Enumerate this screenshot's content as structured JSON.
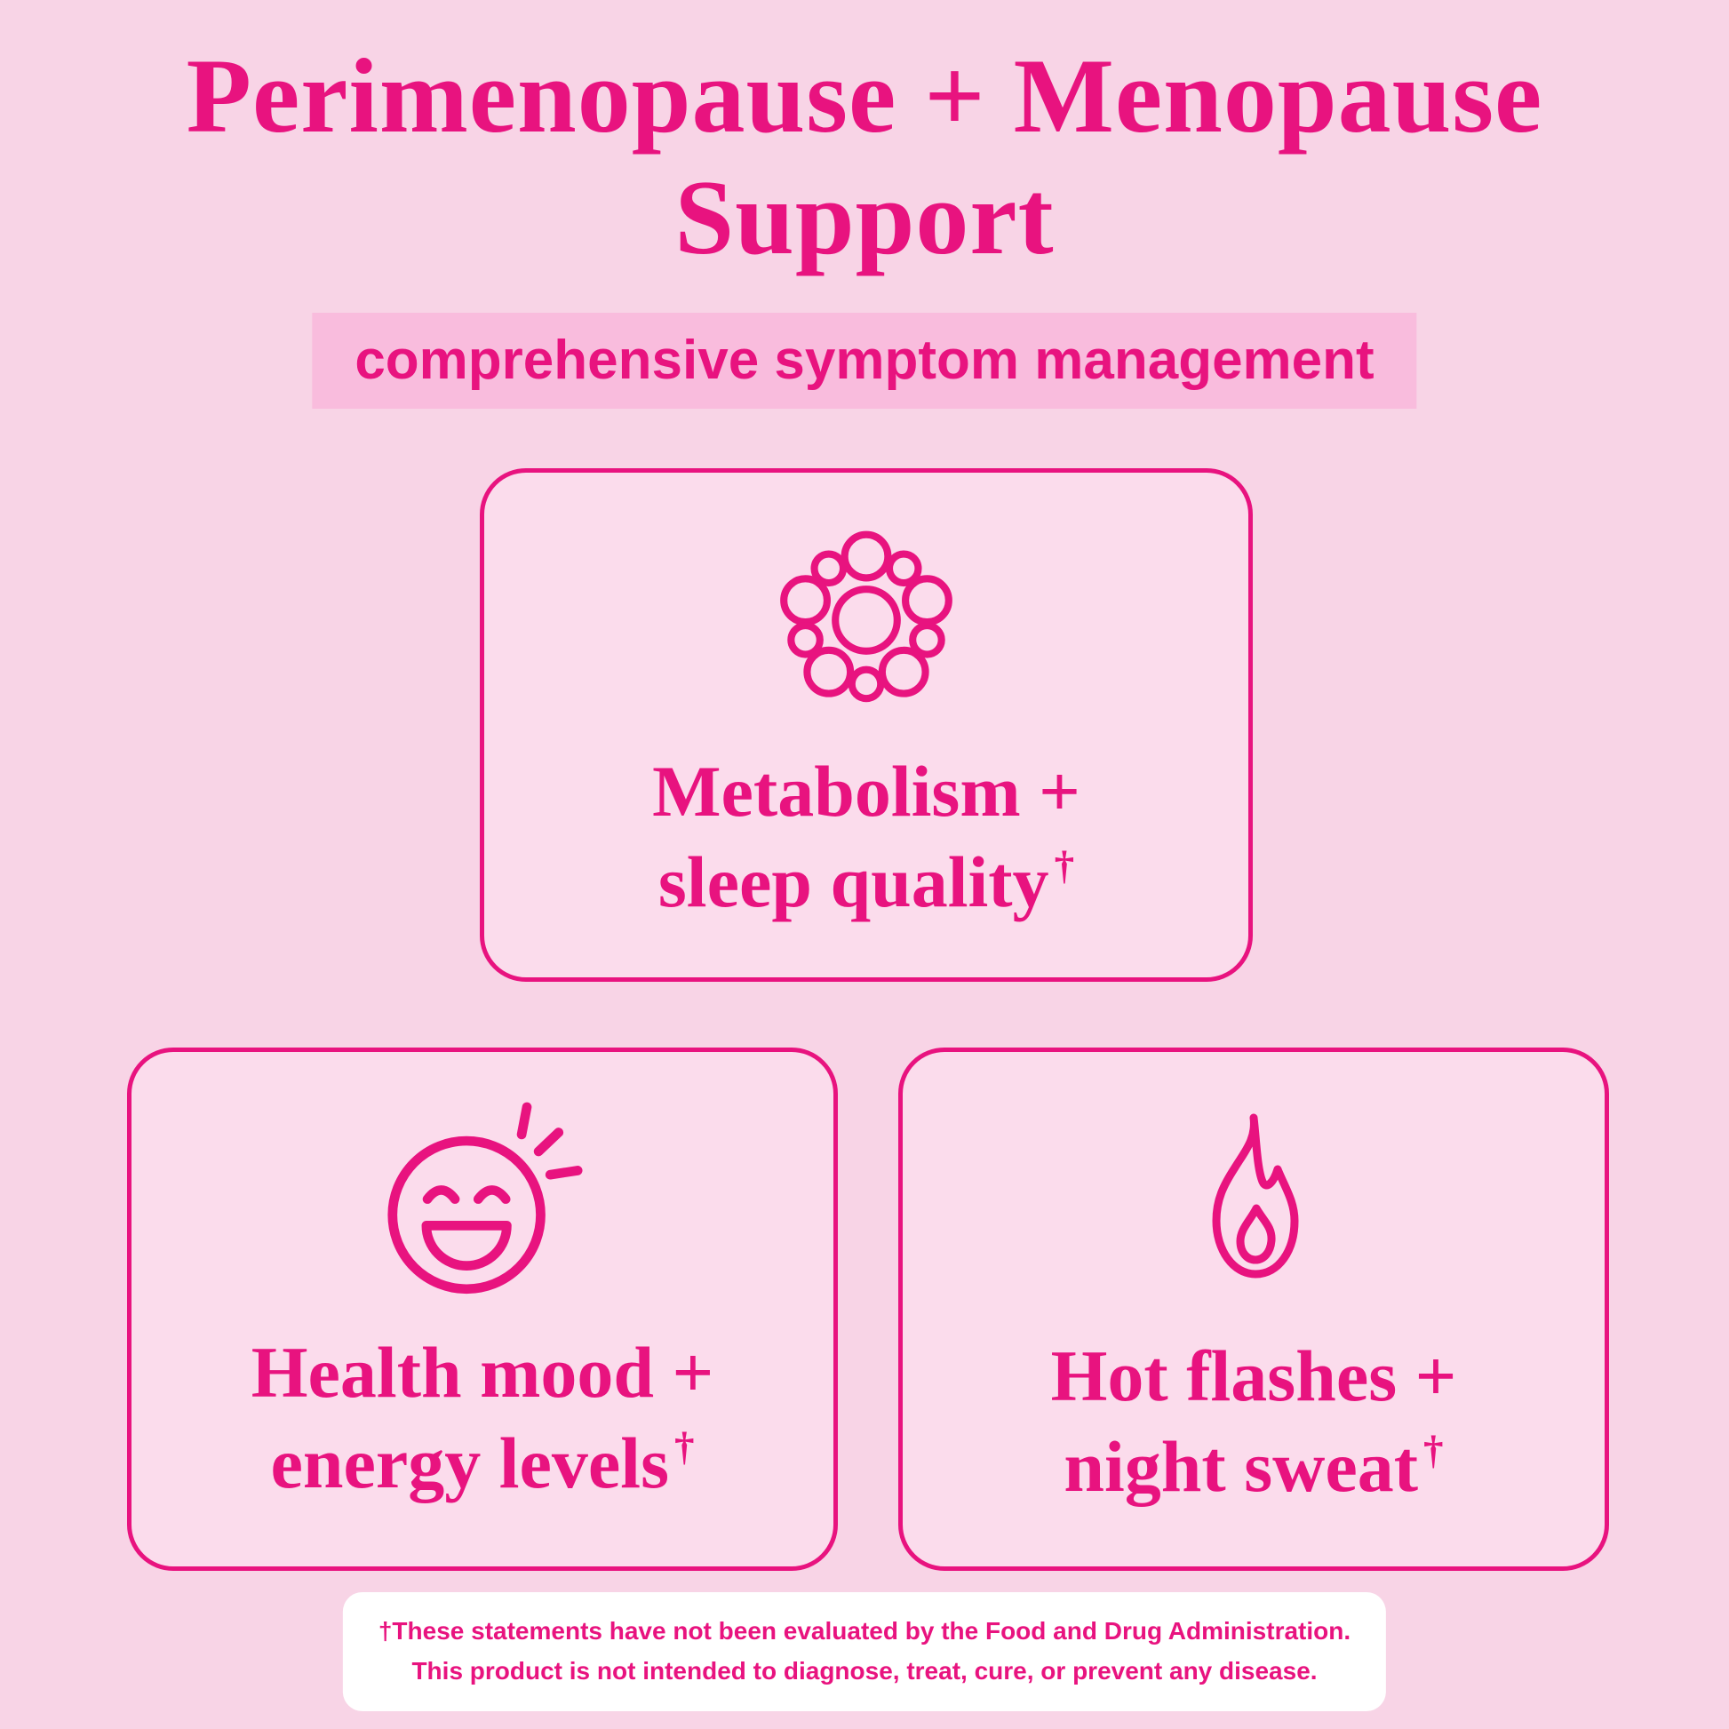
{
  "page": {
    "title_line1": "Perimenopause + Menopause",
    "title_line2": "Support",
    "subtitle": "comprehensive symptom management"
  },
  "cards": [
    {
      "id": "metabolism-sleep",
      "icon": "molecule-icon",
      "line1": "Metabolism +",
      "line2": "sleep quality",
      "dagger": "†"
    },
    {
      "id": "mood-energy",
      "icon": "laughing-face-icon",
      "line1": "Health mood +",
      "line2": "energy levels",
      "dagger": "†"
    },
    {
      "id": "hot-flashes",
      "icon": "flame-icon",
      "line1": "Hot flashes +",
      "line2": "night sweat",
      "dagger": "†"
    }
  ],
  "disclaimer": {
    "line1": "†These statements have not been evaluated by the Food and Drug Administration.",
    "line2": "This product is not intended to diagnose, treat, cure, or prevent any disease."
  },
  "colors": {
    "background": "#f8d4e6",
    "accent": "#e8137f",
    "subtitle_banner": "#f9bcdd",
    "card_background": "#fbdcec",
    "disclaimer_background": "#ffffff"
  }
}
